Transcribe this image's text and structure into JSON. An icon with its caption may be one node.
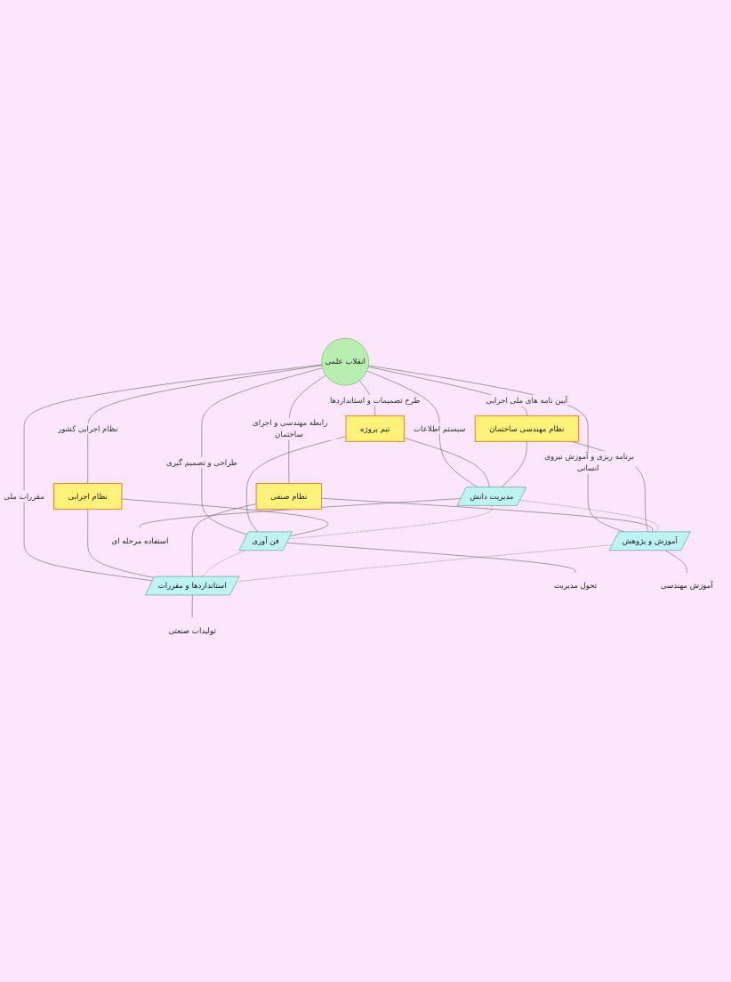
{
  "diagram": {
    "nodes": [
      {
        "text": [
          "تیم پروژه"
        ]
      },
      {
        "text": [
          "نظام مهندسی ساختمان"
        ]
      },
      {
        "text": [
          "انقلاب علمی"
        ]
      },
      {
        "text": [
          "نظام اجرایی"
        ]
      },
      {
        "text": [
          "نظام صنفی"
        ]
      },
      {
        "text": [
          "مدیریت دانش"
        ]
      },
      {
        "text": [
          "فن آوری"
        ]
      },
      {
        "text": [
          "آموزش و پژوهش"
        ]
      },
      {
        "text": [
          "استانداردها و مقررات"
        ]
      },
      {
        "text": [
          "استفاده مرحله ای"
        ]
      },
      {
        "text": [
          "تحول مدیریت"
        ]
      },
      {
        "text": [
          "آموزش مهندسی"
        ]
      },
      {
        "text": [
          "تولیدات صنعتی"
        ]
      }
    ],
    "edges": [
      {
        "from": 2,
        "to": 0,
        "arrow": "none",
        "label": "طرح تصمیمات و استانداردها"
      },
      {
        "from": 2,
        "to": 1,
        "arrow": "none",
        "label": "آیین نامه های ملی اجرایی"
      },
      {
        "from": 2,
        "to": 3,
        "arrow": "none",
        "label": "نظام اجرایی کشور"
      },
      {
        "from": 2,
        "to": 4,
        "arrow": "none",
        "label": "رابطه مهندسی و اجرای ساختمان"
      },
      {
        "from": 2,
        "to": 5,
        "arrow": "none",
        "label": "سیستم اطلاعات"
      },
      {
        "from": 2,
        "to": 6,
        "arrow": "none",
        "label": "طراحی و تصمیم گیری"
      },
      {
        "from": 2,
        "to": 7,
        "arrow": "none",
        "label": "برنامه ریزی و آموزش نیروی انسانی"
      },
      {
        "from": 2,
        "to": 8,
        "arrow": "none",
        "label": "مقررات ملی"
      },
      {
        "from": 0,
        "to": 5,
        "arrow": "none"
      },
      {
        "from": 0,
        "to": 6,
        "arrow": "none"
      },
      {
        "from": 1,
        "to": 5,
        "arrow": "none"
      },
      {
        "from": 1,
        "to": 7,
        "arrow": "none"
      },
      {
        "from": 3,
        "to": 6,
        "arrow": "none"
      },
      {
        "from": 3,
        "to": 8,
        "arrow": "none"
      },
      {
        "from": 4,
        "to": 7,
        "arrow": "none"
      },
      {
        "from": 4,
        "to": 8,
        "arrow": "none"
      },
      {
        "from": 5,
        "to": 6,
        "arrow": "none",
        "style": "dashed"
      },
      {
        "from": 5,
        "to": 7,
        "arrow": "none",
        "style": "dashed"
      },
      {
        "from": 6,
        "to": 8,
        "arrow": "none",
        "style": "dashed"
      },
      {
        "from": 7,
        "to": 8,
        "arrow": "none",
        "style": "dashed"
      },
      {
        "from": 5,
        "to": 9,
        "arrow": "none"
      },
      {
        "from": 6,
        "to": 10,
        "arrow": "none"
      },
      {
        "from": 7,
        "to": 11,
        "arrow": "none"
      },
      {
        "from": 8,
        "to": 12,
        "arrow": "none"
      }
    ]
  }
}
